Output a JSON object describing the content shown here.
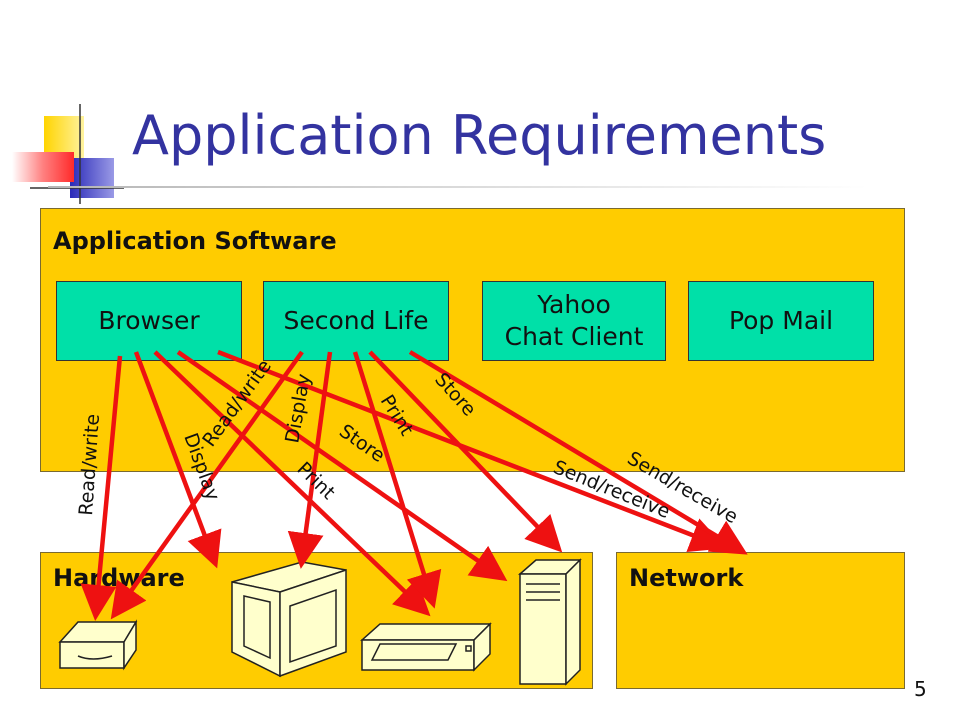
{
  "slide": {
    "title": "Application Requirements",
    "page_number": "5"
  },
  "colors": {
    "title": "#3333a0",
    "panel": "#ffcc00",
    "app_box": "#00e0a8",
    "arrow": "#ee1111",
    "device_fill": "#ffffcc"
  },
  "software": {
    "label": "Application Software",
    "apps": [
      {
        "label": "Browser"
      },
      {
        "label": "Second Life"
      },
      {
        "label": "Yahoo\nChat Client"
      },
      {
        "label": "Pop Mail"
      }
    ]
  },
  "hardware": {
    "label": "Hardware",
    "devices": [
      "disk-drive-icon",
      "monitor-icon",
      "printer-icon",
      "server-tower-icon"
    ]
  },
  "network": {
    "label": "Network"
  },
  "arrows": [
    {
      "from": "Browser",
      "to": "Disk",
      "label": "Read/write"
    },
    {
      "from": "Browser",
      "to": "Monitor",
      "label": "Display"
    },
    {
      "from": "Browser",
      "to": "Printer",
      "label": "Print"
    },
    {
      "from": "Browser",
      "to": "Server",
      "label": "Store"
    },
    {
      "from": "Browser",
      "to": "Network",
      "label": "Send/receive"
    },
    {
      "from": "Second Life",
      "to": "Disk",
      "label": "Read/write"
    },
    {
      "from": "Second Life",
      "to": "Monitor",
      "label": "Display"
    },
    {
      "from": "Second Life",
      "to": "Printer",
      "label": "Print"
    },
    {
      "from": "Second Life",
      "to": "Server",
      "label": "Store"
    },
    {
      "from": "Second Life",
      "to": "Network",
      "label": "Send/receive"
    }
  ]
}
